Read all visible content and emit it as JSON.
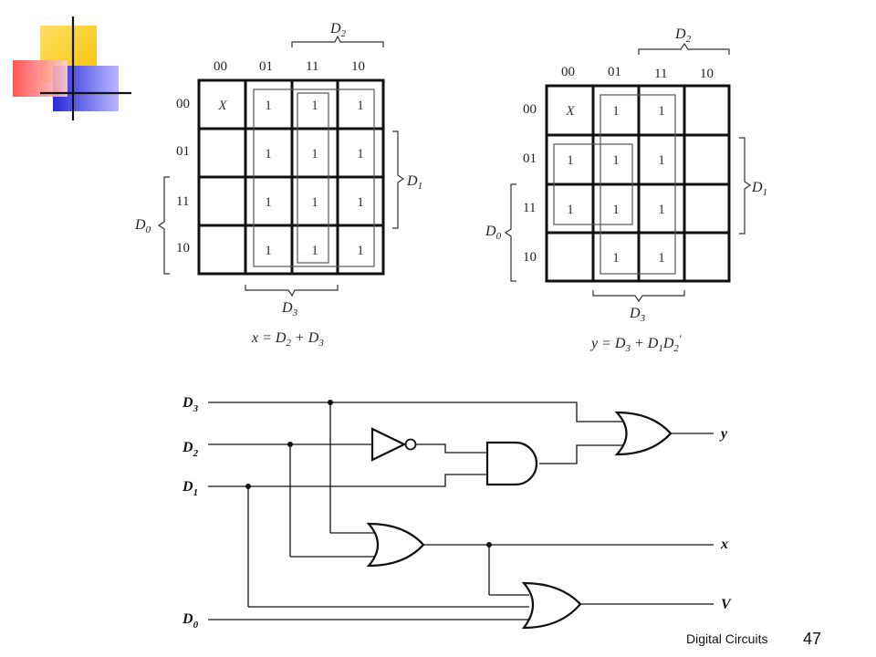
{
  "kmap_left": {
    "col_codes": [
      "00",
      "01",
      "11",
      "10"
    ],
    "row_codes": [
      "00",
      "01",
      "11",
      "10"
    ],
    "cells": [
      [
        "X",
        "1",
        "1",
        "1"
      ],
      [
        "",
        "1",
        "1",
        "1"
      ],
      [
        "",
        "1",
        "1",
        "1"
      ],
      [
        "",
        "1",
        "1",
        "1"
      ]
    ],
    "brace_top": {
      "main": "D",
      "sub": "2"
    },
    "brace_right": {
      "main": "D",
      "sub": "1"
    },
    "brace_left": {
      "main": "D",
      "sub": "0"
    },
    "brace_bottom": {
      "main": "D",
      "sub": "3"
    },
    "equation": {
      "lhs": "x = D",
      "s1": "2",
      "mid": " + D",
      "s2": "3"
    }
  },
  "kmap_right": {
    "col_codes": [
      "00",
      "01",
      "11",
      "10"
    ],
    "row_codes": [
      "00",
      "01",
      "11",
      "10"
    ],
    "cells": [
      [
        "X",
        "1",
        "1",
        ""
      ],
      [
        "1",
        "1",
        "1",
        ""
      ],
      [
        "1",
        "1",
        "1",
        ""
      ],
      [
        "",
        "1",
        "1",
        ""
      ]
    ],
    "brace_top": {
      "main": "D",
      "sub": "2"
    },
    "brace_right": {
      "main": "D",
      "sub": "1"
    },
    "brace_left": {
      "main": "D",
      "sub": "0"
    },
    "brace_bottom": {
      "main": "D",
      "sub": "3"
    },
    "equation": {
      "lhs": "y = D",
      "s1": "3",
      "mid": " + D",
      "s2": "1",
      "mid2": "D",
      "s3": "2",
      "prime": "′"
    }
  },
  "circuit": {
    "inputs": [
      {
        "main": "D",
        "sub": "3"
      },
      {
        "main": "D",
        "sub": "2"
      },
      {
        "main": "D",
        "sub": "1"
      },
      {
        "main": "D",
        "sub": "0"
      }
    ],
    "outputs": [
      "y",
      "x",
      "V"
    ]
  },
  "footer": {
    "title": "Digital Circuits",
    "page": "47"
  }
}
